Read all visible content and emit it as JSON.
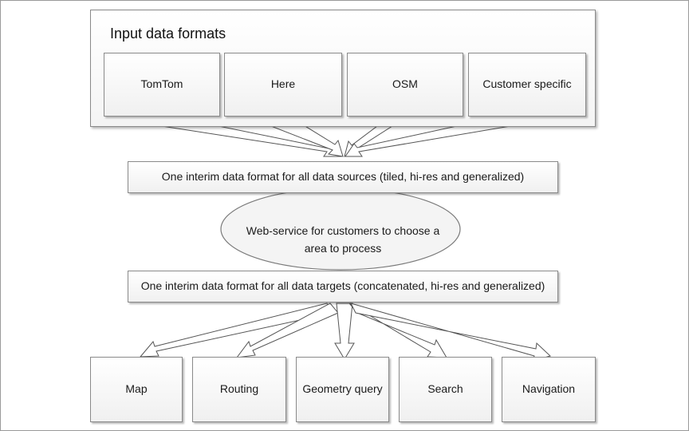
{
  "input_formats": {
    "title": "Input data formats",
    "items": [
      "TomTom",
      "Here",
      "OSM",
      "Customer specific"
    ]
  },
  "interim_sources": "One interim data format for all data sources (tiled, hi-res and generalized)",
  "web_service": "Web-service for customers to choose a area to process",
  "interim_targets": "One interim data format for all data targets (concatenated, hi-res and generalized)",
  "outputs": [
    "Map",
    "Routing",
    "Geometry query",
    "Search",
    "Navigation"
  ],
  "colors": {
    "box_border": "#8a8a8a",
    "arrow_fill": "#ffffff",
    "arrow_stroke": "#555555",
    "frame_border": "#9a9a9a"
  }
}
